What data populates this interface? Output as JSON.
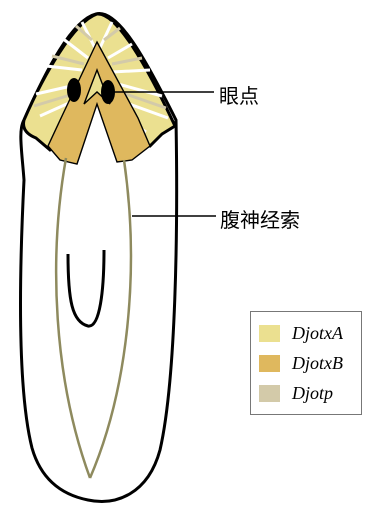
{
  "annotations": {
    "eye_spot": "眼点",
    "ventral_nerve_cord": "腹神经索"
  },
  "legend": {
    "items": [
      {
        "label": "DjotxA",
        "color": "#ebe090"
      },
      {
        "label": "DjotxB",
        "color": "#dfb85e"
      },
      {
        "label": "Djotp",
        "color": "#d3caa9"
      }
    ]
  },
  "colors": {
    "outline": "#000000",
    "nerve": "#8e8a5e",
    "head_pale": "#ebe090",
    "head_orange": "#dfb85e",
    "head_tan": "#d3caa9"
  }
}
